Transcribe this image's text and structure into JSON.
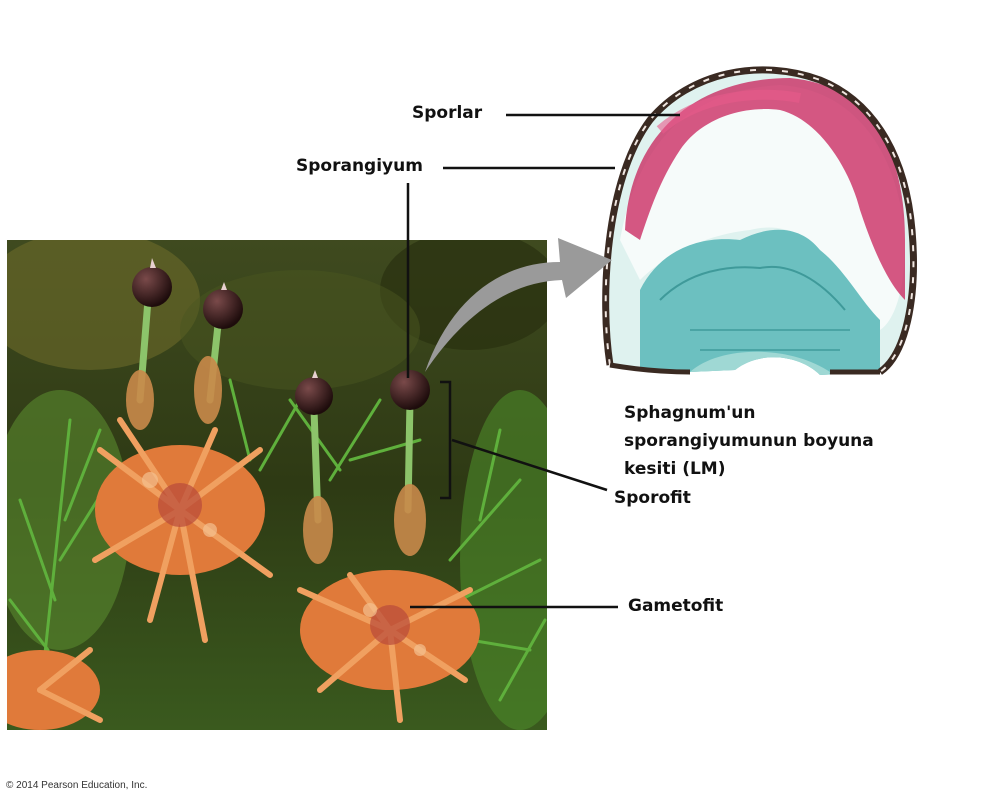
{
  "labels": {
    "sporlar": "Sporlar",
    "sporangiyum": "Sporangiyum",
    "sporofit": "Sporofit",
    "gametofit": "Gametofit"
  },
  "caption": {
    "line1": "Sphagnum'un",
    "line2": "sporangiyumunun boyuna",
    "line3": "kesiti (LM)"
  },
  "copyright": "© 2014 Pearson Education, Inc.",
  "colors": {
    "text": "#111111",
    "arrow": "#9a9a9a",
    "spores": "#c8205a",
    "tissue": "#6cc0c0",
    "capsule_wall": "#3a2a22",
    "moss_orange": "#e07a3a",
    "moss_green": "#4aa036"
  },
  "icons": {
    "photo": "moss-photo-image",
    "micrograph": "sporangium-section-image",
    "arrow": "curved-arrow-icon"
  }
}
